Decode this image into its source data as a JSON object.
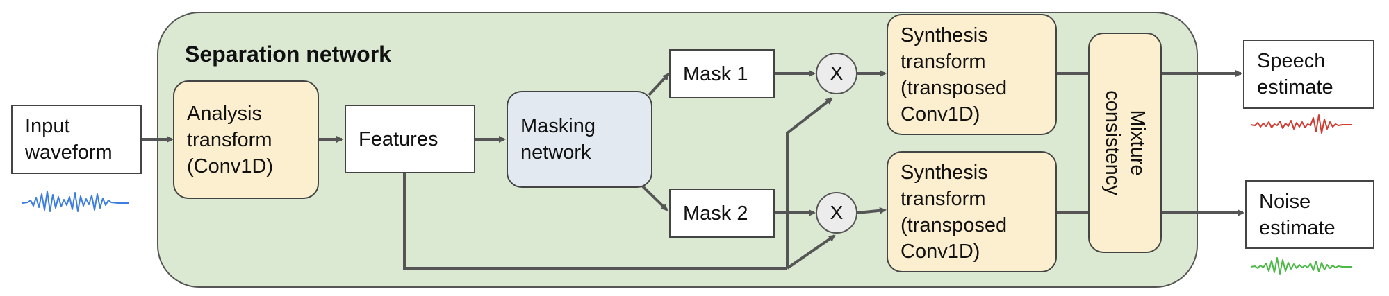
{
  "separation_network": {
    "title": "Separation network",
    "fill": "#dbe8d2"
  },
  "boxes": {
    "input": "Input\nwaveform",
    "analysis": "Analysis\ntransform\n(Conv1D)",
    "features": "Features",
    "masking": "Masking\nnetwork",
    "mask1": "Mask 1",
    "mask2": "Mask 2",
    "synth_top": "Synthesis\ntransform\n(transposed\nConv1D)",
    "synth_bottom": "Synthesis\ntransform\n(transposed\nConv1D)",
    "mixture": "Mixture\nconsistency",
    "speech": "Speech\nestimate",
    "noise": "Noise\nestimate"
  },
  "multiply_symbol": "X",
  "colors": {
    "analysis_fill": "#fcefcf",
    "masking_fill": "#e2e9f1",
    "arrow": "#555555",
    "waveform_input": "#3b7de0",
    "waveform_speech": "#d23b32",
    "waveform_noise": "#4cb848"
  }
}
